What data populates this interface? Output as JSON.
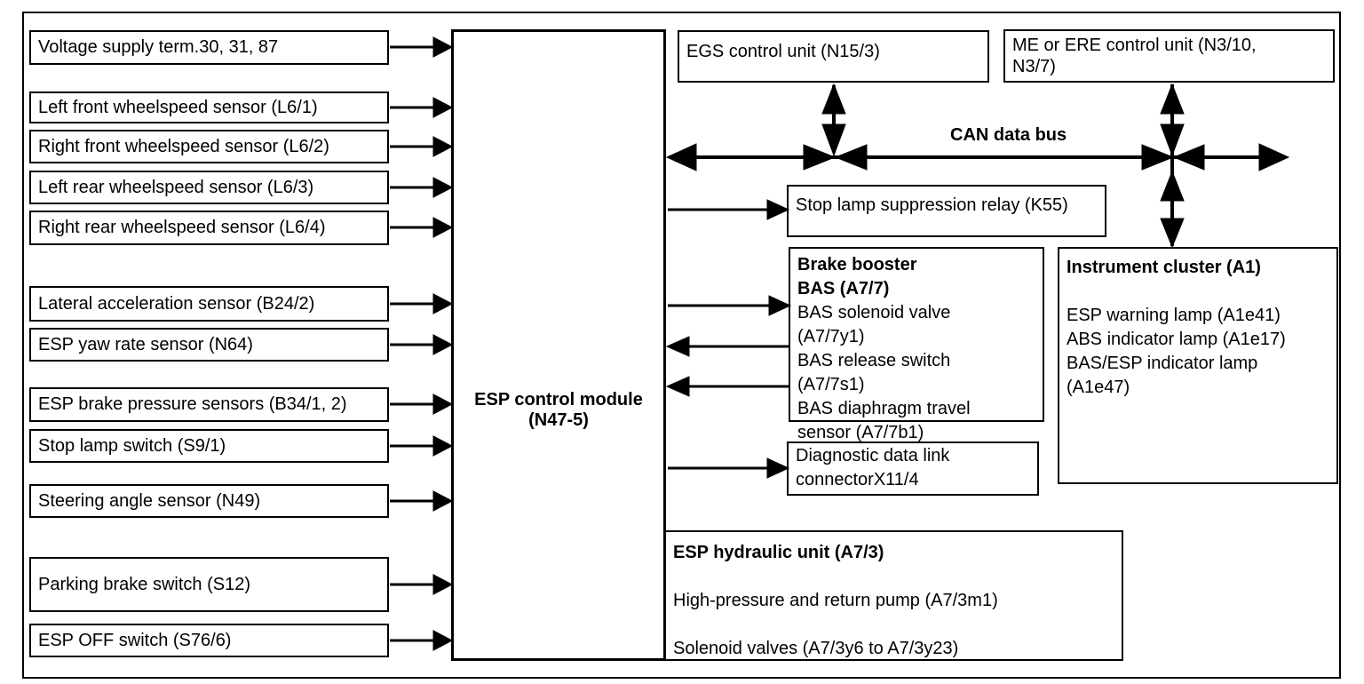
{
  "inputs": [
    "Voltage supply term.30, 31, 87",
    "Left front wheelspeed sensor (L6/1)",
    "Right front wheelspeed sensor (L6/2)",
    "Left rear wheelspeed sensor (L6/3)",
    "Right rear wheelspeed sensor (L6/4)",
    "Lateral acceleration sensor (B24/2)",
    "ESP yaw rate sensor (N64)",
    "ESP brake pressure sensors (B34/1, 2)",
    "Stop lamp switch (S9/1)",
    "Steering angle sensor (N49)",
    "Parking brake switch (S12)",
    "ESP OFF switch (S76/6)"
  ],
  "esp_module": {
    "line1": "ESP control module",
    "line2": "(N47-5)"
  },
  "can_bus": {
    "label": "CAN data bus"
  },
  "egs_unit": {
    "label": "EGS control unit (N15/3)"
  },
  "me_ere_unit": {
    "line1": "ME or ERE control unit (N3/10,",
    "line2": "N3/7)"
  },
  "stop_lamp_relay": {
    "label": "Stop lamp suppression relay (K55)"
  },
  "brake_booster": {
    "title_line1": "Brake booster",
    "title_line2": "BAS (A7/7)",
    "lines": [
      "BAS solenoid valve",
      "(A7/7y1)",
      "BAS release switch",
      "(A7/7s1)",
      "BAS diaphragm travel",
      "sensor (A7/7b1)"
    ]
  },
  "diagnostic_connector": {
    "line1": "Diagnostic data link",
    "line2": "connectorX11/4"
  },
  "instrument_cluster": {
    "title": "Instrument cluster (A1)",
    "lines": [
      "ESP warning lamp (A1e41)",
      "ABS indicator lamp (A1e17)",
      "BAS/ESP indicator lamp",
      "(A1e47)"
    ]
  },
  "hydraulic_unit": {
    "title": "ESP hydraulic unit (A7/3)",
    "line1": "High-pressure and return pump (A7/3m1)",
    "line2": "Solenoid valves (A7/3y6 to A7/3y23)"
  },
  "colors": {
    "line": "#000000",
    "background": "#ffffff"
  }
}
